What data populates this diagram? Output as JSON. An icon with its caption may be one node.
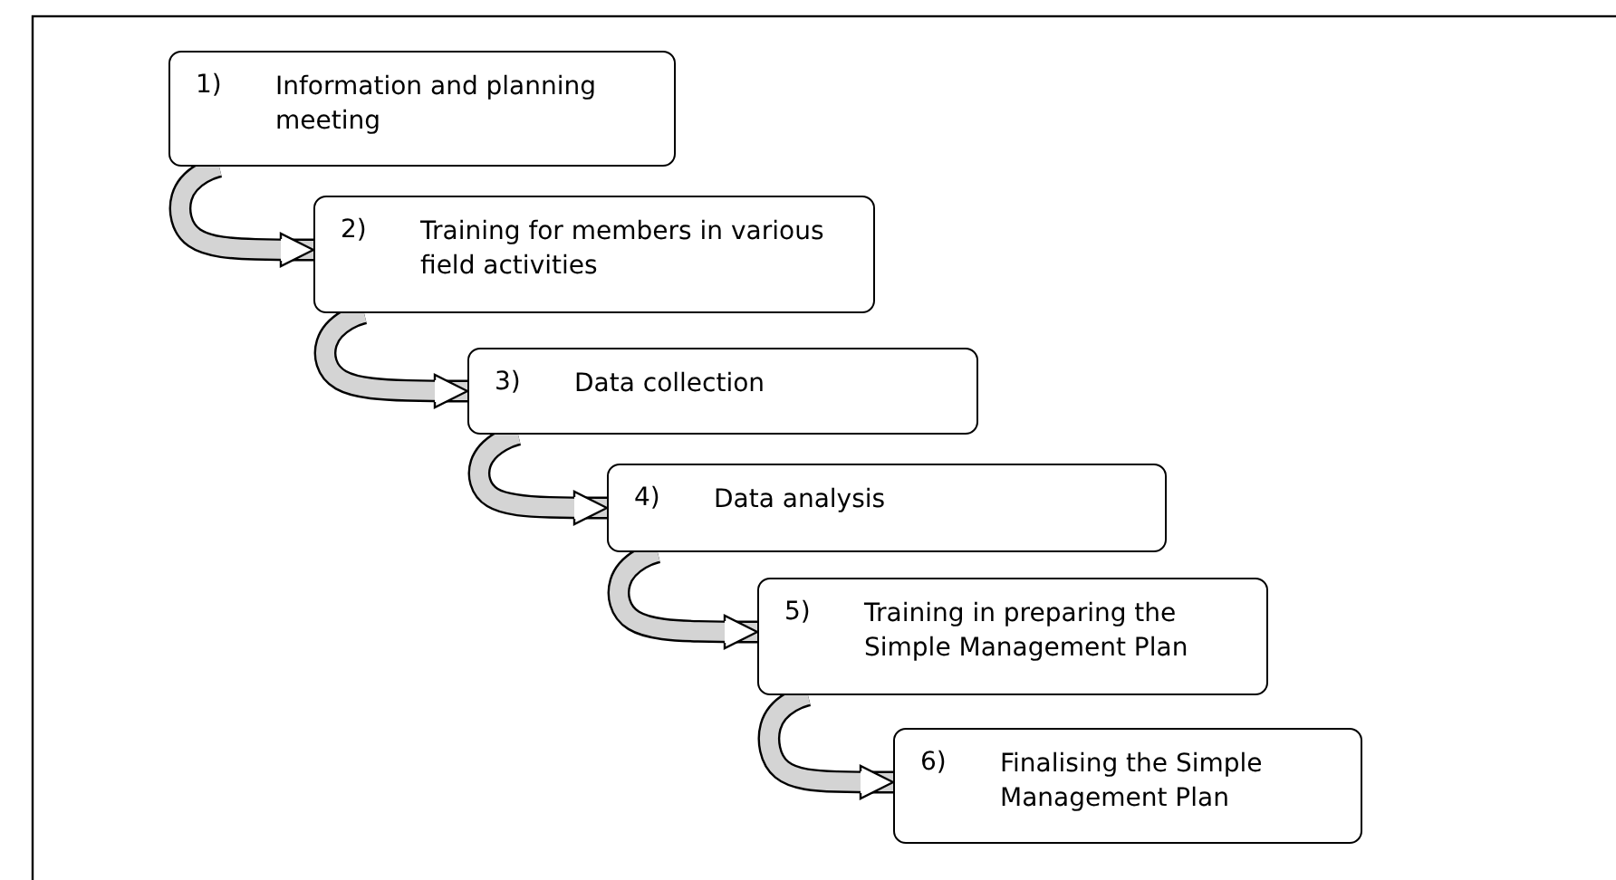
{
  "diagram": {
    "nodes": [
      {
        "text": [
          "1)",
          "Information and planning meeting"
        ]
      },
      {
        "text": [
          "2)",
          "Training for members in various field activities"
        ]
      },
      {
        "text": [
          "3)",
          "Data collection"
        ]
      },
      {
        "text": [
          "4)",
          "Data analysis"
        ]
      },
      {
        "text": [
          "5)",
          "Training in preparing the Simple Management Plan"
        ]
      },
      {
        "text": [
          "6)",
          "Finalising the Simple Management Plan"
        ]
      }
    ],
    "edges": [
      {
        "from": 0,
        "to": 1,
        "arrow": "to"
      },
      {
        "from": 1,
        "to": 2,
        "arrow": "to"
      },
      {
        "from": 2,
        "to": 3,
        "arrow": "to"
      },
      {
        "from": 3,
        "to": 4,
        "arrow": "to"
      },
      {
        "from": 4,
        "to": 5,
        "arrow": "to"
      }
    ]
  }
}
